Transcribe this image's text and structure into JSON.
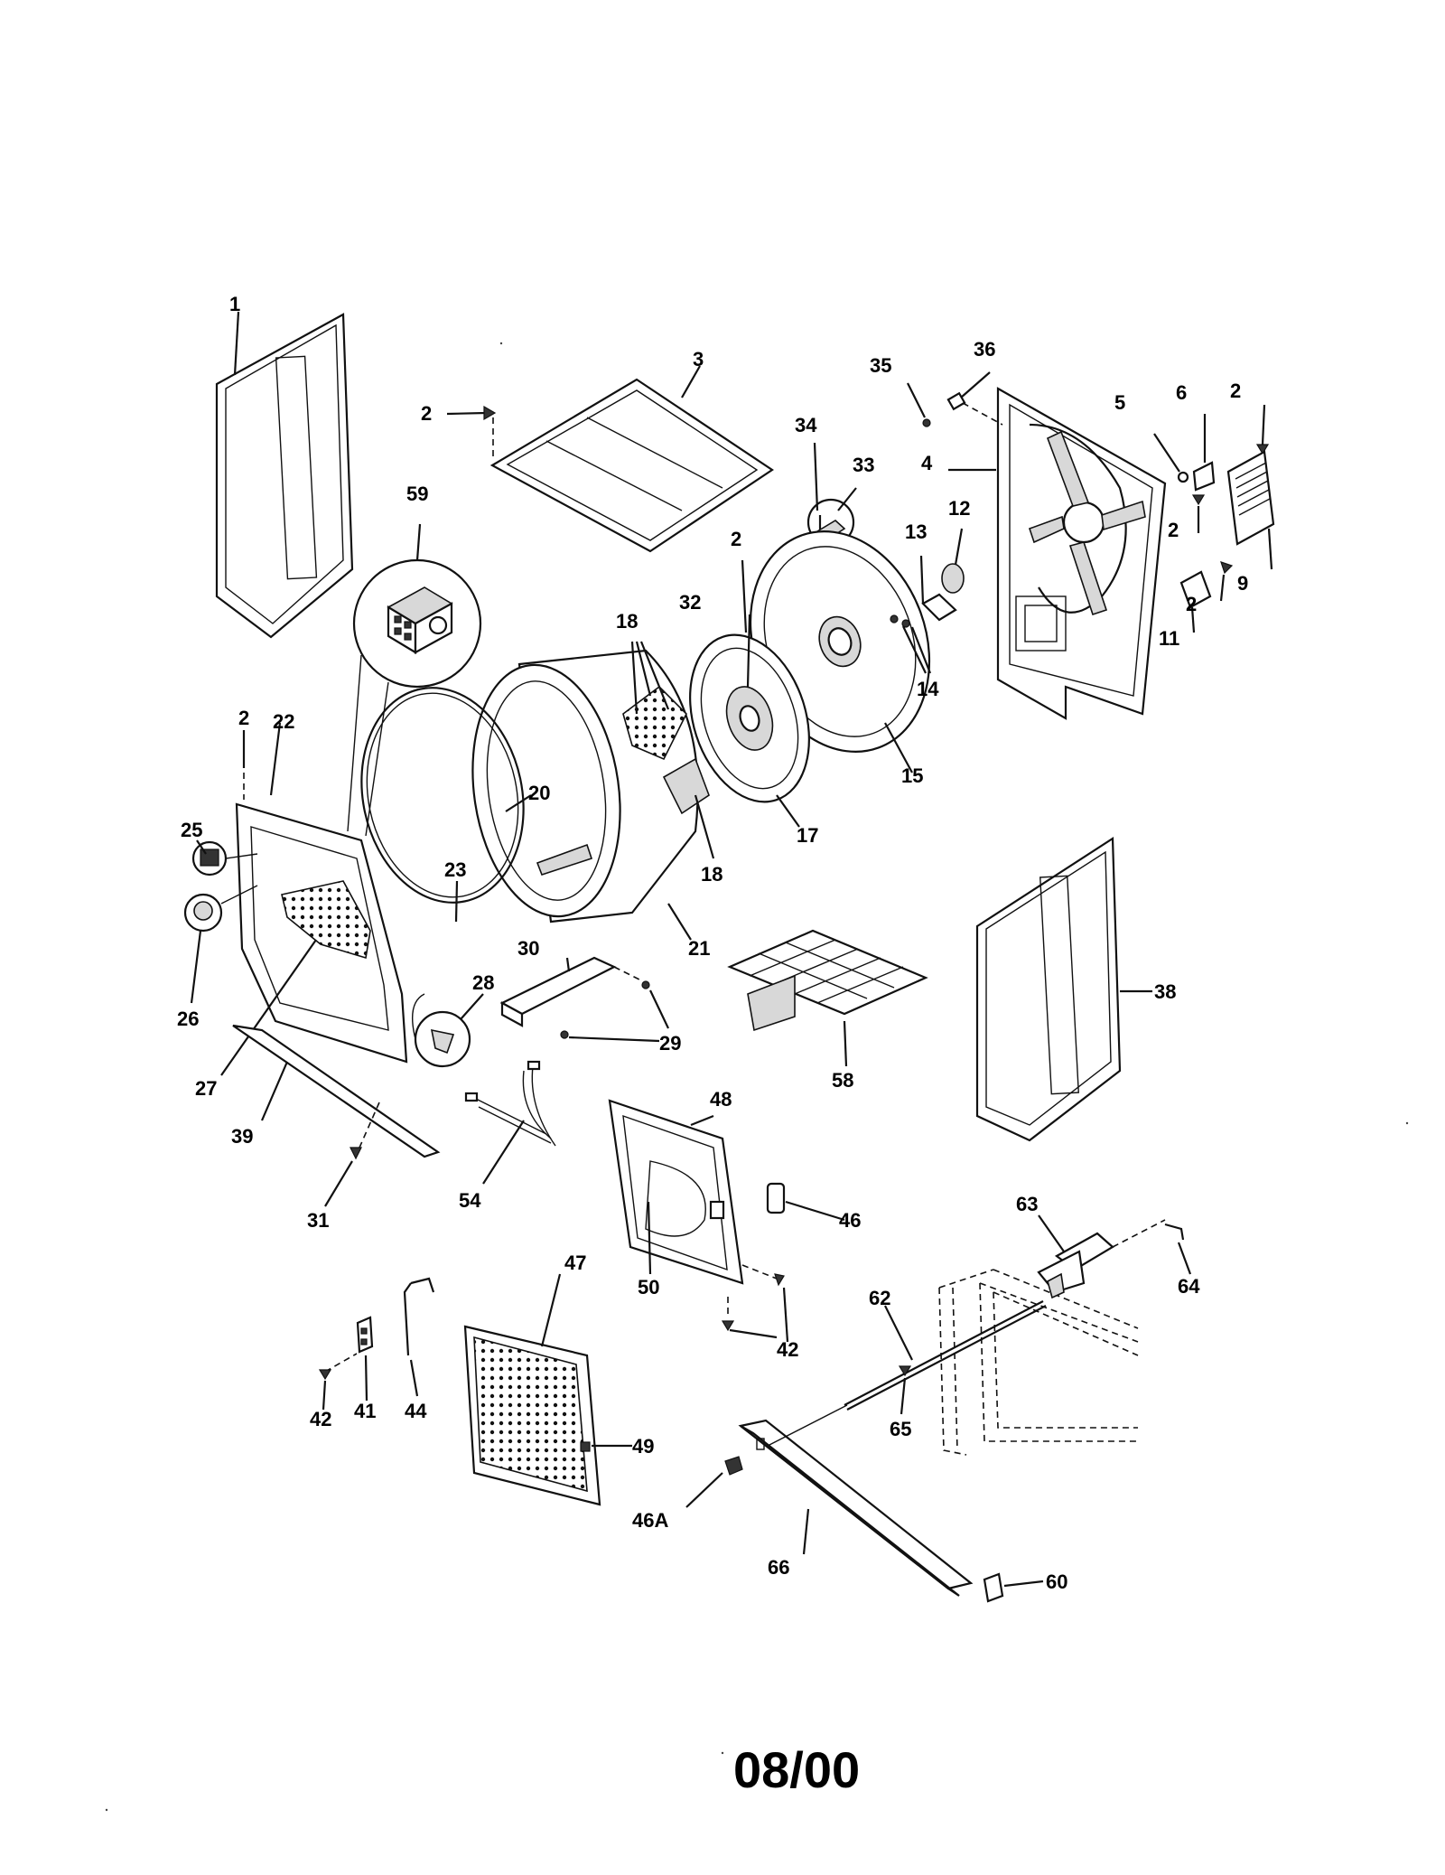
{
  "footer": {
    "date_code": "08/00"
  },
  "callouts": {
    "c1": "1",
    "c2a": "2",
    "c3": "3",
    "c35": "35",
    "c36": "36",
    "c2b": "2",
    "c34": "34",
    "c33": "33",
    "c5": "5",
    "c6": "6",
    "c4": "4",
    "c2c": "2",
    "c9": "9",
    "c2d": "2",
    "c11": "11",
    "c59": "59",
    "c2e": "2",
    "c13": "13",
    "c12": "12",
    "c14": "14",
    "c18a": "18",
    "c32": "32",
    "c15": "15",
    "c2f": "2",
    "c22": "22",
    "c20": "20",
    "c17": "17",
    "c25": "25",
    "c23": "23",
    "c18b": "18",
    "c21": "21",
    "c30": "30",
    "c28": "28",
    "c38": "38",
    "c26": "26",
    "c29": "29",
    "c58": "58",
    "c27": "27",
    "c48": "48",
    "c39": "39",
    "c54": "54",
    "c46": "46",
    "c31": "31",
    "c63": "63",
    "c47": "47",
    "c50": "50",
    "c64": "64",
    "c62": "62",
    "c42a": "42",
    "c42b": "42",
    "c41": "41",
    "c44": "44",
    "c65": "65",
    "c49": "49",
    "c46a": "46A",
    "c66": "66",
    "c60": "60"
  }
}
